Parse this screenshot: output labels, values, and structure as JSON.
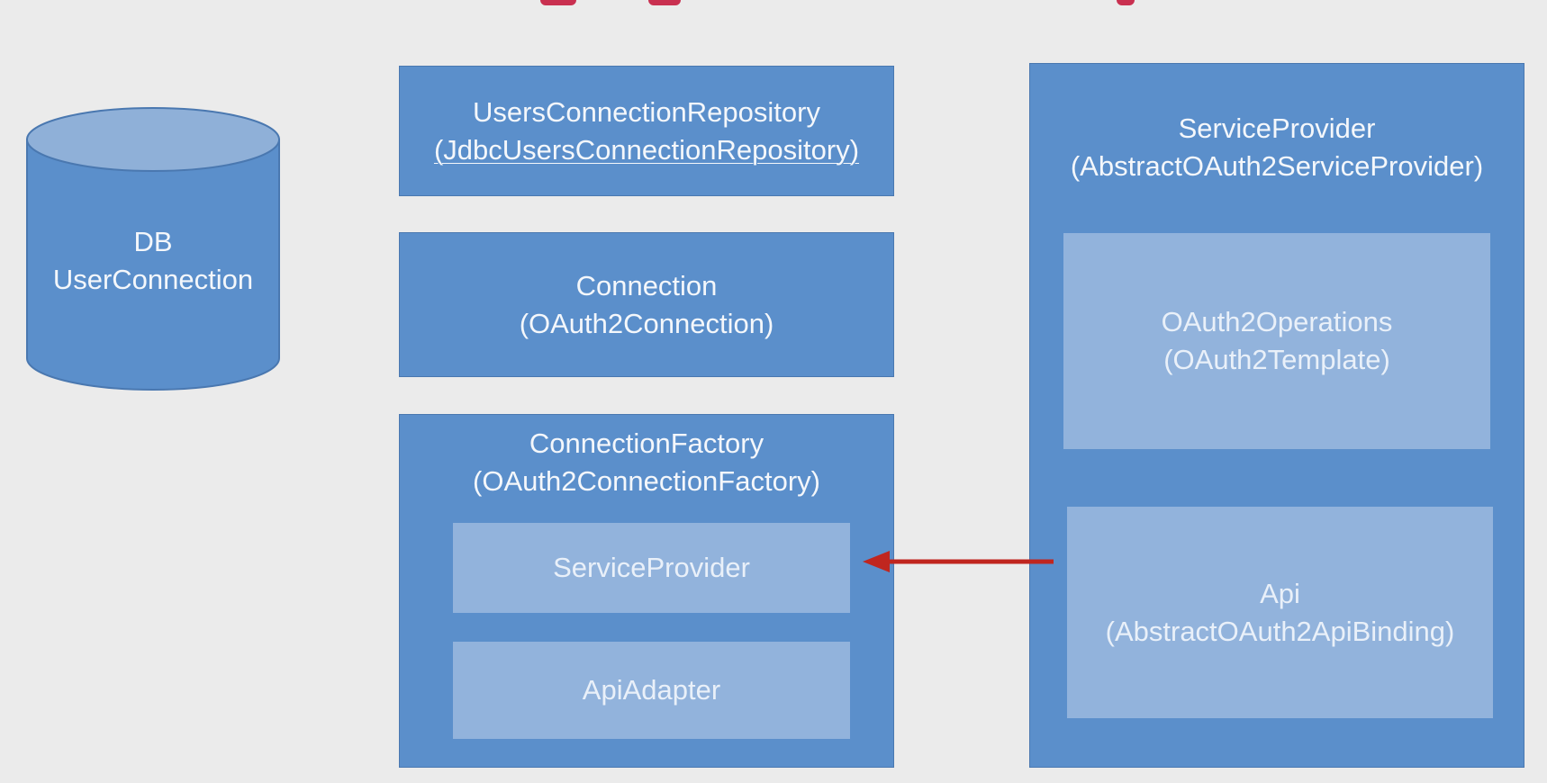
{
  "db": {
    "line1": "DB",
    "line2": "UserConnection"
  },
  "users_repo": {
    "line1": "UsersConnectionRepository",
    "line2": "(JdbcUsersConnectionRepository)"
  },
  "connection": {
    "line1": "Connection",
    "line2": "(OAuth2Connection)"
  },
  "connection_factory": {
    "line1": "ConnectionFactory",
    "line2": "(OAuth2ConnectionFactory)",
    "service_provider": "ServiceProvider",
    "api_adapter": "ApiAdapter"
  },
  "service_provider": {
    "line1": "ServiceProvider",
    "line2": "(AbstractOAuth2ServiceProvider)",
    "oauth2_operations": {
      "line1": "OAuth2Operations",
      "line2": "(OAuth2Template)"
    },
    "api": {
      "line1": "Api",
      "line2": "(AbstractOAuth2ApiBinding)"
    }
  },
  "colors": {
    "box": "#5b8fcb",
    "inner": "#92b3dc",
    "arrow": "#c0261f",
    "background": "#ebebeb"
  }
}
